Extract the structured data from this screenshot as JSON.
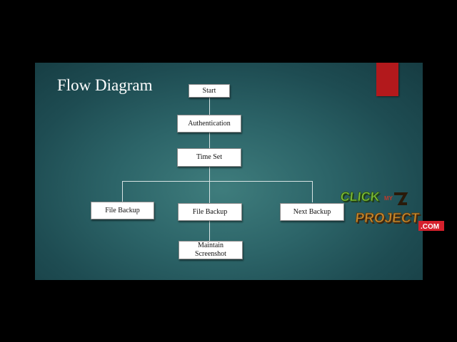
{
  "slide": {
    "title": "Flow Diagram"
  },
  "diagram": {
    "nodes": {
      "start": "Start",
      "authentication": "Authentication",
      "time_set": "Time Set",
      "file_backup_1": "File Backup",
      "file_backup_2": "File Backup",
      "next_backup": "Next Backup",
      "maintain_screenshot": "Maintain Screenshot"
    }
  },
  "watermark": {
    "line1": "CLICK",
    "line1_small": "MY",
    "line2": "PROJECT",
    "line2_small": ".COM"
  },
  "colors": {
    "slide_background": "#2c6468",
    "accent": "#b3191c",
    "title_text": "#ffffff",
    "node_fill": "#ffffff",
    "connector": "#d8e4e4"
  }
}
